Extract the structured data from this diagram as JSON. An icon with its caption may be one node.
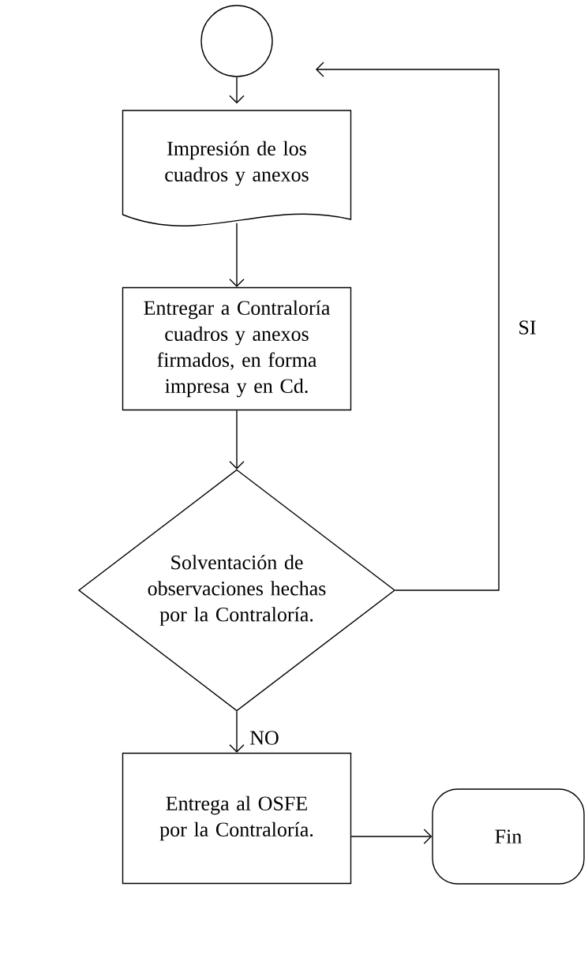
{
  "diagram": {
    "nodes": [
      {
        "text": [],
        "shape": "circle"
      },
      {
        "text": [
          "Impresión de los cuadros y anexos"
        ]
      },
      {
        "text": [
          "Entregar a Contraloría cuadros y anexos firmados, en forma impresa y en Cd."
        ]
      },
      {
        "text": [
          "Solventación de observaciones hechas por la Contraloría."
        ]
      },
      {
        "text": [
          "Entrega al OSFE por la Contraloría."
        ]
      },
      {
        "text": [
          "Fin"
        ]
      }
    ],
    "edges": [
      {
        "from": 0,
        "to": 1,
        "arrow": "to"
      },
      {
        "from": 1,
        "to": 2,
        "arrow": "to"
      },
      {
        "from": 2,
        "to": 3,
        "arrow": "to"
      },
      {
        "from": 3,
        "to": 4,
        "arrow": "to",
        "label": "NO"
      },
      {
        "from": 4,
        "to": 5,
        "arrow": "to"
      },
      {
        "from": 3,
        "to": null,
        "arrow": "to",
        "label": "SI"
      }
    ]
  }
}
